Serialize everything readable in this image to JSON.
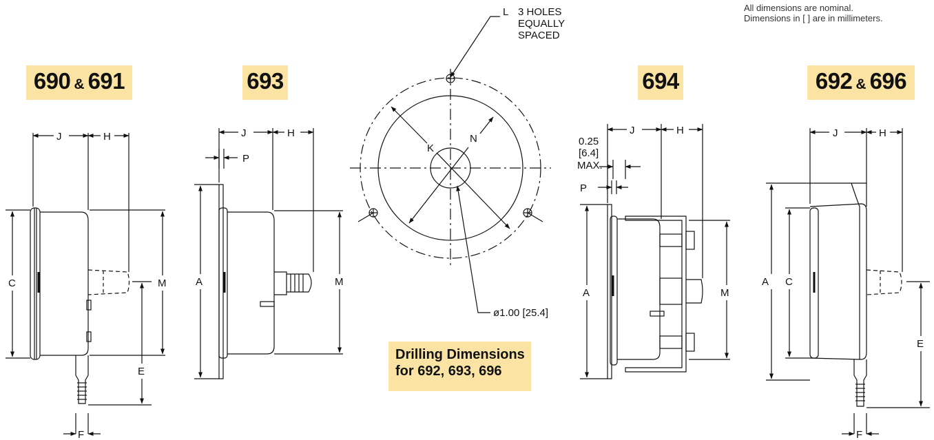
{
  "notes": {
    "line1": "All dimensions are nominal.",
    "line2": "Dimensions in [ ] are in millimeters."
  },
  "models": [
    {
      "name": "690",
      "amp": "&",
      "name2": "691"
    },
    {
      "name": "693"
    },
    {
      "name": "694"
    },
    {
      "name": "692",
      "amp": "&",
      "name2": "696"
    }
  ],
  "drilling": {
    "line1": "Drilling Dimensions",
    "line2": "for 692, 693, 696",
    "holes_letter": "L",
    "holes_line1": "3 HOLES",
    "holes_line2": "EQUALLY",
    "holes_line3": "SPACED",
    "k": "K",
    "n": "N",
    "diameter": "ø1.00 [25.4]"
  },
  "dims": {
    "J": "J",
    "H": "H",
    "C": "C",
    "M": "M",
    "E": "E",
    "F": "F",
    "A": "A",
    "P": "P",
    "max_line1": "0.25",
    "max_line2": "[6.4]",
    "max_line3": "MAX."
  }
}
